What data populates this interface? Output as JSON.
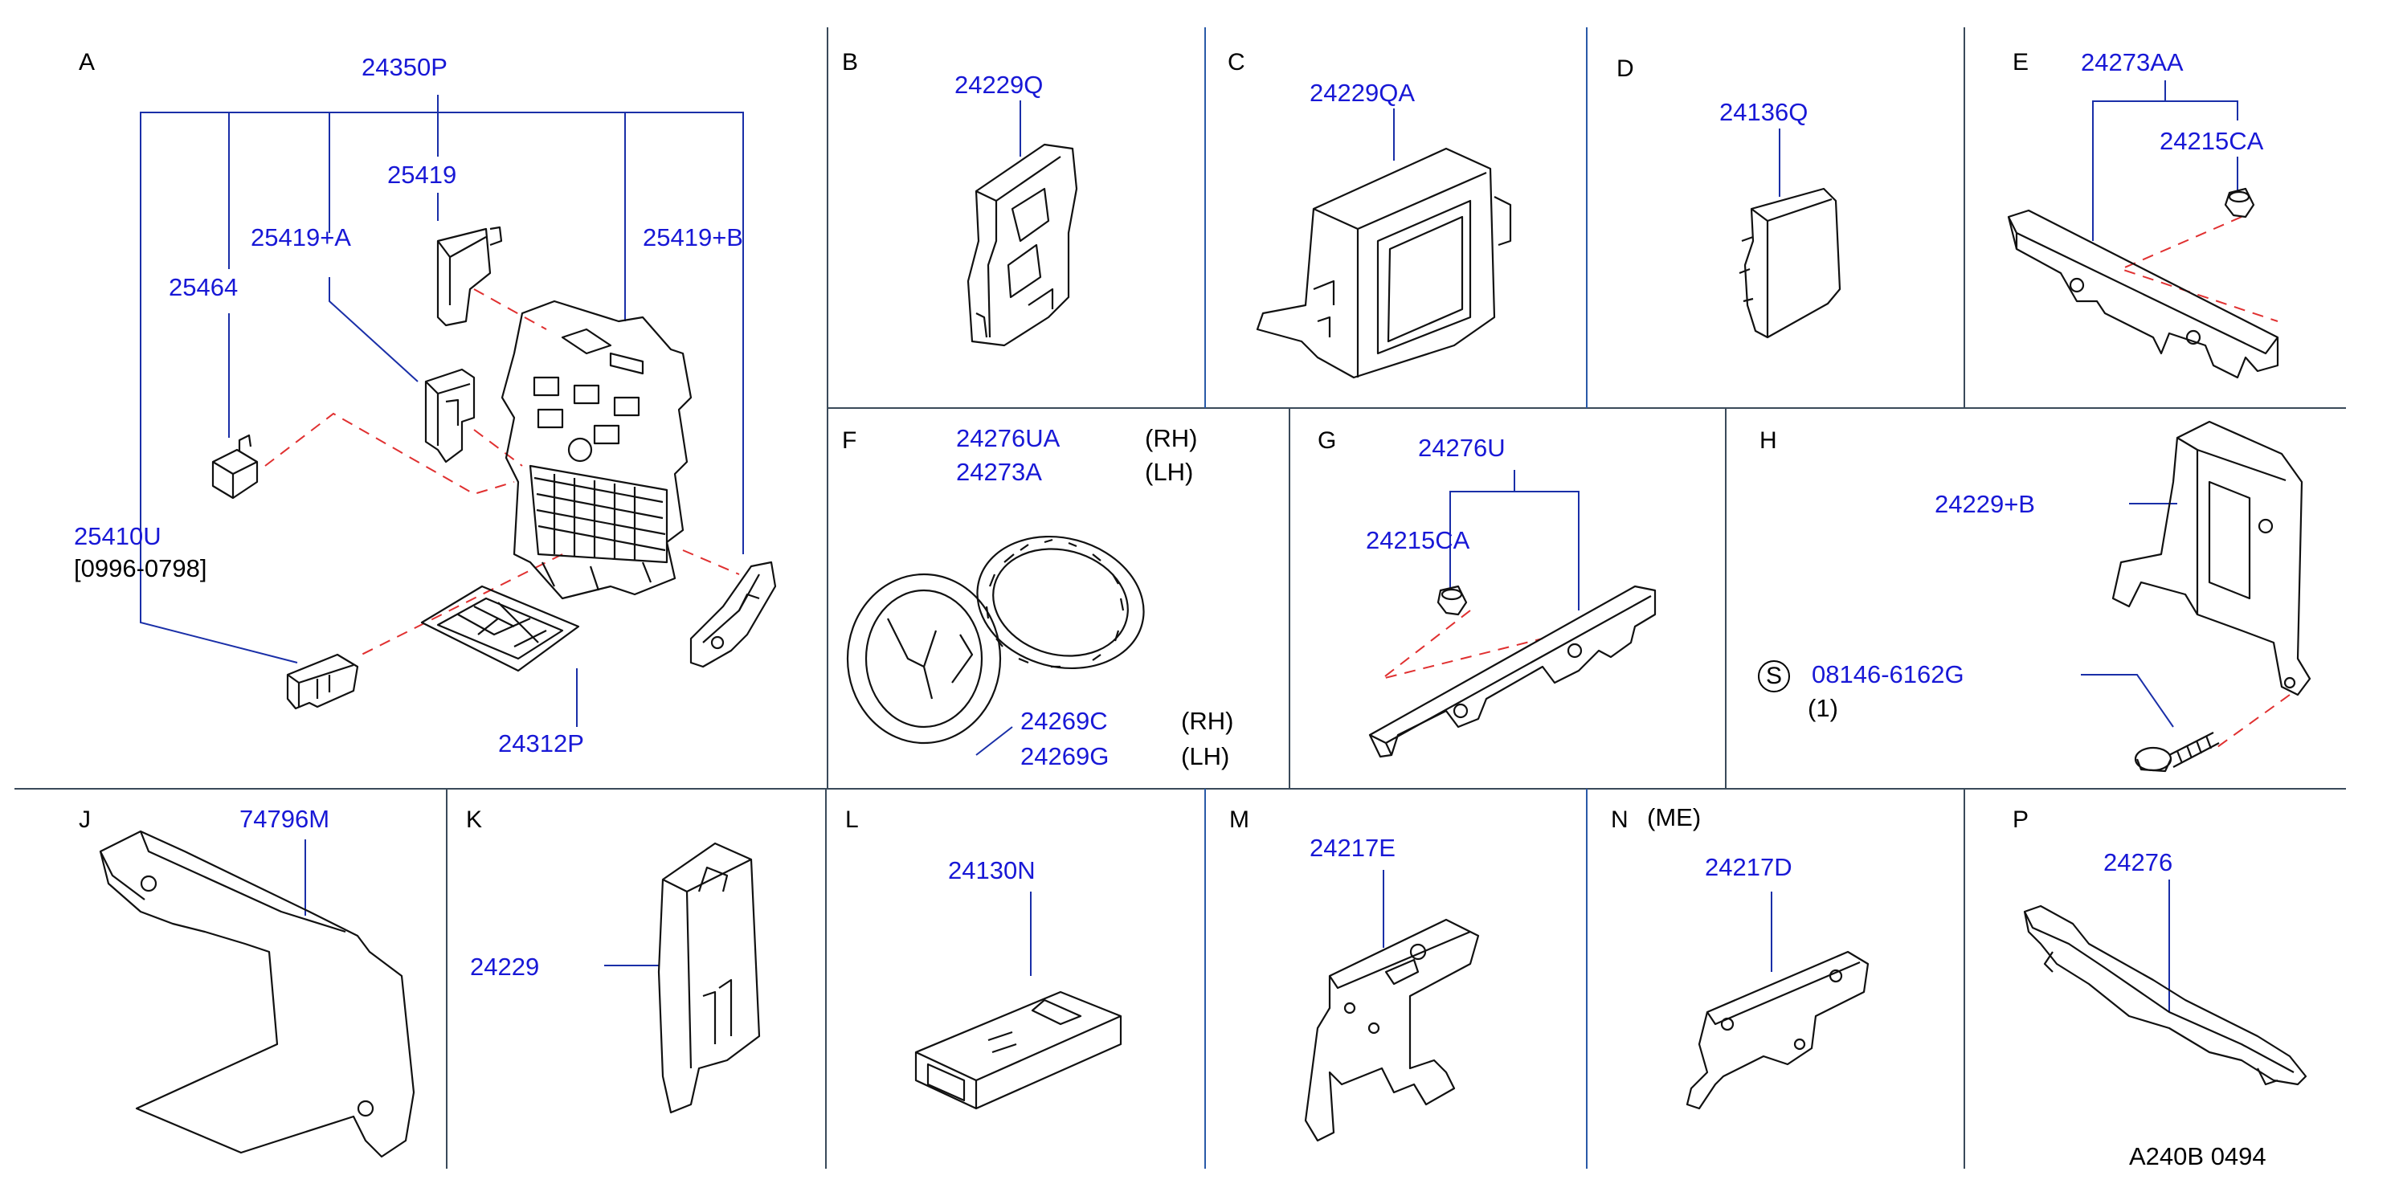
{
  "sheet_code": "A240B 0494",
  "colors": {
    "part_number": "#1818d6",
    "text": "#000000",
    "leader": "#1a2fa8",
    "panel_line": "#3a4a5a",
    "guide": "#e03030",
    "drawing": "#111111"
  },
  "panels": {
    "A": {
      "letter": "A",
      "parts": {
        "p24350P": "24350P",
        "p25419": "25419",
        "p25419A": "25419+A",
        "p25419B": "25419+B",
        "p25464": "25464",
        "p25410U": "25410U",
        "p24312P": "24312P"
      },
      "date_range": "[0996-0798]"
    },
    "B": {
      "letter": "B",
      "part": "24229Q"
    },
    "C": {
      "letter": "C",
      "part": "24229QA"
    },
    "D": {
      "letter": "D",
      "part": "24136Q"
    },
    "E": {
      "letter": "E",
      "part_main": "24273AA",
      "part_clip": "24215CA"
    },
    "F": {
      "letter": "F",
      "part_rh_1": "24276UA",
      "part_lh_1": "24273A",
      "part_rh_2": "24269C",
      "part_lh_2": "24269G",
      "rh": "(RH)",
      "lh": "(LH)"
    },
    "G": {
      "letter": "G",
      "part_main": "24276U",
      "part_clip": "24215CA"
    },
    "H": {
      "letter": "H",
      "part_main": "24229+B",
      "screw_symbol": "S",
      "screw_part": "08146-6162G",
      "screw_qty": "(1)"
    },
    "J": {
      "letter": "J",
      "part": "74796M"
    },
    "K": {
      "letter": "K",
      "part": "24229"
    },
    "L": {
      "letter": "L",
      "part": "24130N"
    },
    "M": {
      "letter": "M",
      "part": "24217E"
    },
    "N": {
      "letter": "N",
      "suffix": "(ME)",
      "part": "24217D"
    },
    "P": {
      "letter": "P",
      "part": "24276"
    }
  }
}
